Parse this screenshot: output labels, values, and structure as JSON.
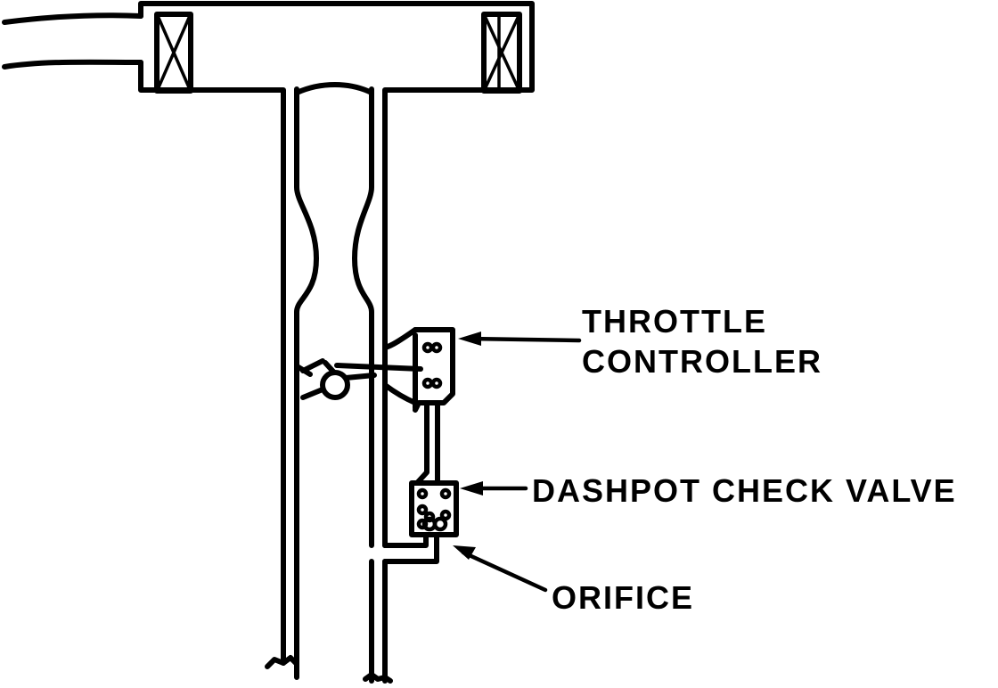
{
  "labels": {
    "throttle_line1": "THROTTLE",
    "throttle_line2": "CONTROLLER",
    "dashpot": "DASHPOT CHECK VALVE",
    "orifice": "ORIFICE"
  },
  "colors": {
    "ink": "#000000",
    "background": "#ffffff"
  }
}
